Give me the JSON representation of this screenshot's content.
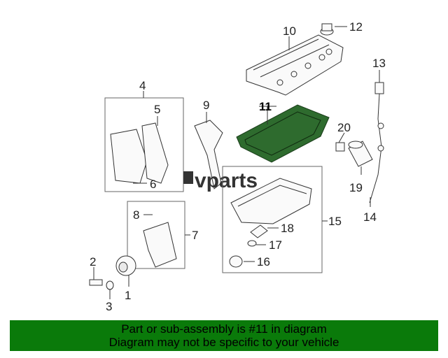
{
  "diagram": {
    "labels": {
      "n1": "1",
      "n2": "2",
      "n3": "3",
      "n4": "4",
      "n5": "5",
      "n6": "6",
      "n7": "7",
      "n8": "8",
      "n9": "9",
      "n10": "10",
      "n11": "11",
      "n12": "12",
      "n13": "13",
      "n14": "14",
      "n15": "15",
      "n16": "16",
      "n17": "17",
      "n18": "18",
      "n19": "19",
      "n20": "20"
    },
    "highlight_part": "11",
    "highlight_color": "#2e6b2e"
  },
  "watermark": {
    "text": "vparts"
  },
  "banner": {
    "line1": "Part or sub-assembly is #11 in diagram",
    "line2": "Diagram may not be specific to your vehicle",
    "background": "#0a7a0a"
  }
}
